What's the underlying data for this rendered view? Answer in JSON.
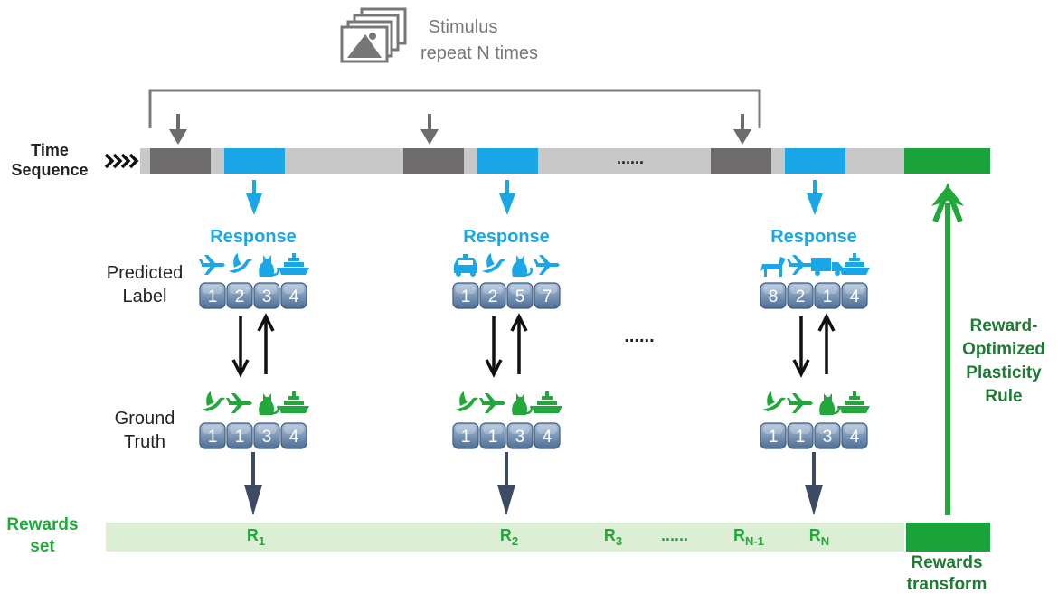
{
  "stimulus": {
    "line1": "Stimulus",
    "line2": "repeat N times"
  },
  "time_sequence": {
    "line1": "Time",
    "line2": "Sequence",
    "ellipsis": "......"
  },
  "left_labels": {
    "predicted_1": "Predicted",
    "predicted_2": "Label",
    "truth_1": "Ground",
    "truth_2": "Truth"
  },
  "columns": [
    {
      "response": "Response",
      "predicted": [
        "airplane-icon",
        "bird-icon",
        "cat-icon",
        "ship-icon"
      ],
      "predicted_nums": [
        "1",
        "2",
        "3",
        "4"
      ],
      "truth": [
        "bird-icon",
        "airplane-icon",
        "cat-icon",
        "ship-icon"
      ],
      "truth_nums": [
        "1",
        "1",
        "3",
        "4"
      ]
    },
    {
      "response": "Response",
      "predicted": [
        "car-icon",
        "bird-icon",
        "cat-icon",
        "airplane-icon"
      ],
      "predicted_nums": [
        "1",
        "2",
        "5",
        "7"
      ],
      "truth": [
        "bird-icon",
        "airplane-icon",
        "cat-icon",
        "ship-icon"
      ],
      "truth_nums": [
        "1",
        "1",
        "3",
        "4"
      ]
    },
    {
      "response": "Response",
      "predicted": [
        "horse-icon",
        "airplane-icon",
        "truck-icon",
        "ship-icon"
      ],
      "predicted_nums": [
        "8",
        "2",
        "1",
        "4"
      ],
      "truth": [
        "bird-icon",
        "airplane-icon",
        "cat-icon",
        "ship-icon"
      ],
      "truth_nums": [
        "1",
        "1",
        "3",
        "4"
      ]
    }
  ],
  "middle_ellipsis": "......",
  "rewards": {
    "label_1": "Rewards",
    "label_2": "set",
    "items": [
      {
        "base": "R",
        "sub": "1"
      },
      {
        "base": "R",
        "sub": "2"
      },
      {
        "base": "R",
        "sub": "3"
      },
      {
        "base": "R",
        "sub": "N-1"
      },
      {
        "base": "R",
        "sub": "N"
      }
    ],
    "ellipsis": "......",
    "transform_1": "Rewards",
    "transform_2": "transform"
  },
  "plasticity": {
    "line1": "Reward-",
    "line2": "Optimized",
    "line3": "Plasticity",
    "line4": "Rule"
  },
  "colors": {
    "blue": "#1aa7e8",
    "green": "#22a83a",
    "dark_grey": "#6d6b6c",
    "light_grey": "#c8c8c8",
    "pale_green": "#dcefd4",
    "navy": "#3d4a63",
    "key": "#6a86a9"
  }
}
